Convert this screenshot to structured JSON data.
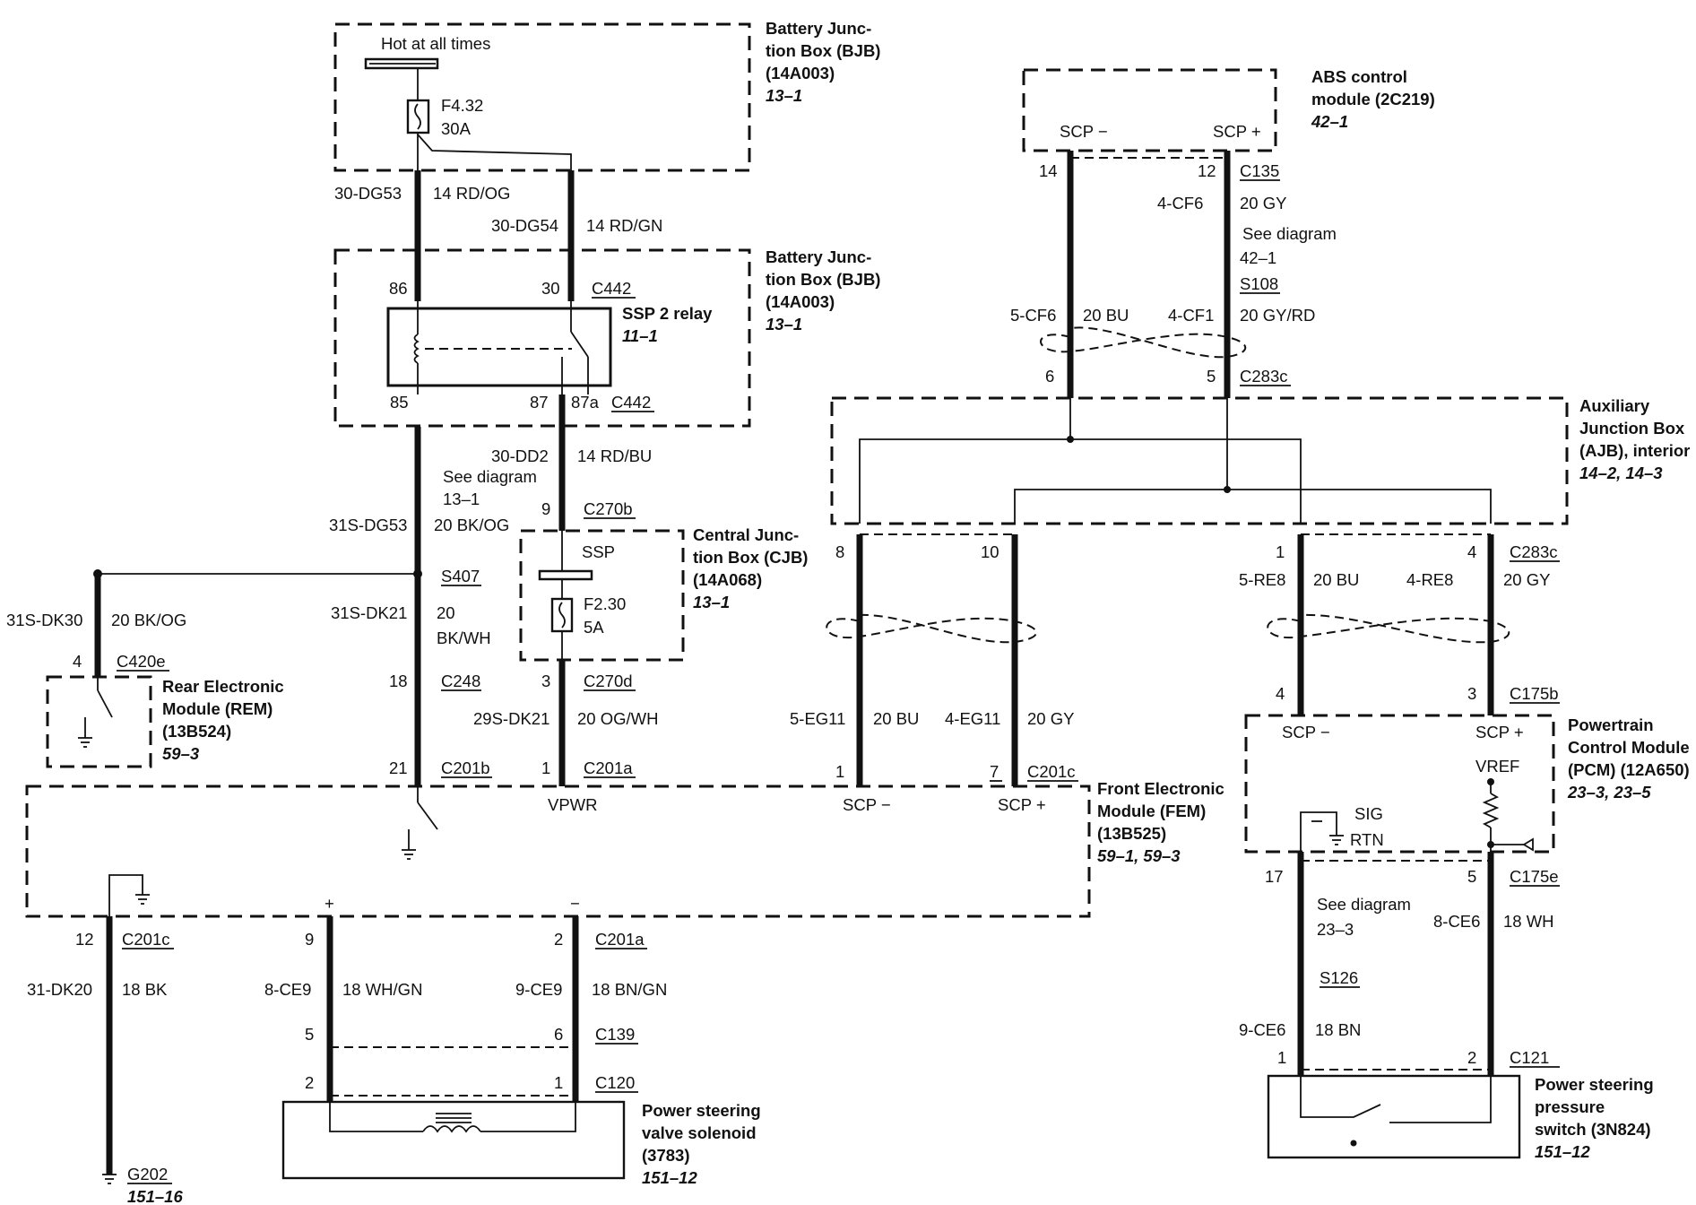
{
  "components": {
    "bjb_top": {
      "name": [
        "Battery Junc-",
        "tion Box (BJB)",
        "(14A003)"
      ],
      "ref": "13–1",
      "note": "Hot at all times",
      "fuse": "F4.32",
      "fuse_rating": "30A"
    },
    "bjb_relay": {
      "name": [
        "Battery Junc-",
        "tion Box (BJB)",
        "(14A003)"
      ],
      "ref": "13–1",
      "relay": "SSP 2 relay",
      "relay_ref": "11–1"
    },
    "cjb": {
      "name": [
        "Central Junc-",
        "tion Box (CJB)",
        "(14A068)"
      ],
      "ref": "13–1",
      "ssp": "SSP",
      "fuse": "F2.30",
      "fuse_rating": "5A"
    },
    "rem": {
      "name": [
        "Rear Electronic",
        "Module (REM)",
        "(13B524)"
      ],
      "ref": "59–3"
    },
    "fem": {
      "name": [
        "Front Electronic",
        "Module (FEM)",
        "(13B525)"
      ],
      "ref": "59–1, 59–3",
      "vpwr": "VPWR",
      "scp_minus": "SCP −",
      "scp_plus": "SCP +",
      "plus": "+",
      "minus": "−"
    },
    "abs": {
      "name": [
        "ABS control",
        "module (2C219)"
      ],
      "ref": "42–1",
      "scp_minus": "SCP −",
      "scp_plus": "SCP +"
    },
    "ajb": {
      "name": [
        "Auxiliary",
        "Junction Box",
        "(AJB), interior"
      ],
      "ref": "14–2, 14–3"
    },
    "pcm": {
      "name": [
        "Powertrain",
        "Control Module",
        "(PCM) (12A650)"
      ],
      "ref": "23–3, 23–5",
      "scp_minus": "SCP −",
      "scp_plus": "SCP +",
      "vref": "VREF",
      "sig": "SIG",
      "rtn": "RTN"
    },
    "psv": {
      "name": [
        "Power steering",
        "valve solenoid",
        "(3783)"
      ],
      "ref": "151–12"
    },
    "psp": {
      "name": [
        "Power steering",
        "pressure",
        "switch (3N824)"
      ],
      "ref": "151–12"
    },
    "ground": {
      "id": "G202",
      "ref": "151–16"
    }
  },
  "wires": {
    "w1": {
      "circuit": "30-DG53",
      "gauge": "14 RD/OG"
    },
    "w2": {
      "circuit": "30-DG54",
      "gauge": "14 RD/GN"
    },
    "w3": {
      "circuit": "30-DD2",
      "gauge": "14 RD/BU"
    },
    "w4": {
      "circuit": "31S-DG53",
      "gauge": "20 BK/OG",
      "see": "See diagram",
      "see_ref": "13–1"
    },
    "w5": {
      "circuit": "31S-DK30",
      "gauge": "20 BK/OG"
    },
    "w6": {
      "circuit": "31S-DK21",
      "gauge1": "20",
      "gauge2": "BK/WH"
    },
    "w7": {
      "circuit": "29S-DK21",
      "gauge": "20 OG/WH"
    },
    "w8": {
      "circuit": "5-CF6",
      "gauge": "20 BU"
    },
    "w9": {
      "circuit": "4-CF6",
      "gauge": "20 GY"
    },
    "w10": {
      "circuit": "4-CF1",
      "gauge": "20 GY/RD",
      "see": "See diagram",
      "see_ref": "42–1",
      "splice": "S108"
    },
    "w11": {
      "circuit": "5-EG11",
      "gauge": "20 BU"
    },
    "w12": {
      "circuit": "4-EG11",
      "gauge": "20 GY"
    },
    "w13": {
      "circuit": "5-RE8",
      "gauge": "20 BU"
    },
    "w14": {
      "circuit": "4-RE8",
      "gauge": "20 GY"
    },
    "w15": {
      "circuit": "31-DK20",
      "gauge": "18 BK"
    },
    "w16": {
      "circuit": "8-CE9",
      "gauge": "18 WH/GN"
    },
    "w17": {
      "circuit": "9-CE9",
      "gauge": "18 BN/GN"
    },
    "w18": {
      "circuit": "8-CE6",
      "gauge": "18 WH",
      "see": "See diagram",
      "see_ref": "23–3"
    },
    "w19": {
      "circuit": "9-CE6",
      "gauge": "18 BN",
      "splice": "S126"
    }
  },
  "pins": {
    "p86": "86",
    "p30": "30",
    "p85": "85",
    "p87": "87",
    "p87a": "87a",
    "p9": "9",
    "p3": "3",
    "p1": "1",
    "p4": "4",
    "p18": "18",
    "p21": "21",
    "p14": "14",
    "p12": "12",
    "p6": "6",
    "p5": "5",
    "p8": "8",
    "p10": "10",
    "pa1": "1",
    "pa4": "4",
    "pb4": "4",
    "pb3": "3",
    "pf1": "1",
    "pf7": "7",
    "pp17": "17",
    "pp5": "5",
    "pg12": "12",
    "pv9": "9",
    "pv2": "2",
    "pc5": "5",
    "pc6": "6",
    "pd2": "2",
    "pd1": "1",
    "pe1": "1",
    "pe2": "2"
  },
  "connectors": {
    "c442a": "C442",
    "c442b": "C442",
    "c270b": "C270b",
    "c270d": "C270d",
    "s407": "S407",
    "c420e": "C420e",
    "c248": "C248",
    "c201b": "C201b",
    "c201a": "C201a",
    "c135": "C135",
    "c283c_top": "C283c",
    "c283c_bot": "C283c",
    "c175b": "C175b",
    "c201c_fem": "C201c",
    "c175e": "C175e",
    "c201c_bot": "C201c",
    "c201a_bot": "C201a",
    "c139": "C139",
    "c120": "C120",
    "c121": "C121"
  }
}
